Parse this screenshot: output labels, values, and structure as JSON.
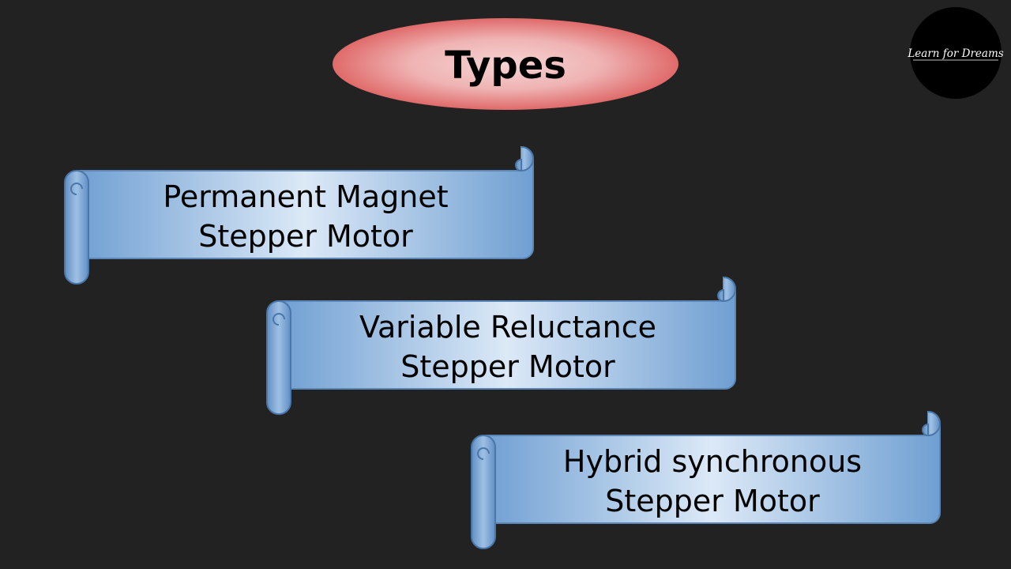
{
  "title": "Types",
  "logo": {
    "text": "Learn for Dreams"
  },
  "types": [
    {
      "line1": "Permanent Magnet",
      "line2": "Stepper Motor"
    },
    {
      "line1": "Variable Reluctance",
      "line2": "Stepper Motor"
    },
    {
      "line1": "Hybrid synchronous",
      "line2": "Stepper Motor"
    }
  ],
  "colors": {
    "background": "#222222",
    "title_fill_edge": "#e06a6a",
    "title_fill_center": "#f6d3d3",
    "scroll_fill_edge": "#6f9fd2",
    "scroll_fill_center": "#dce9f7",
    "scroll_stroke": "#5b86b6",
    "logo_background": "#000000"
  }
}
